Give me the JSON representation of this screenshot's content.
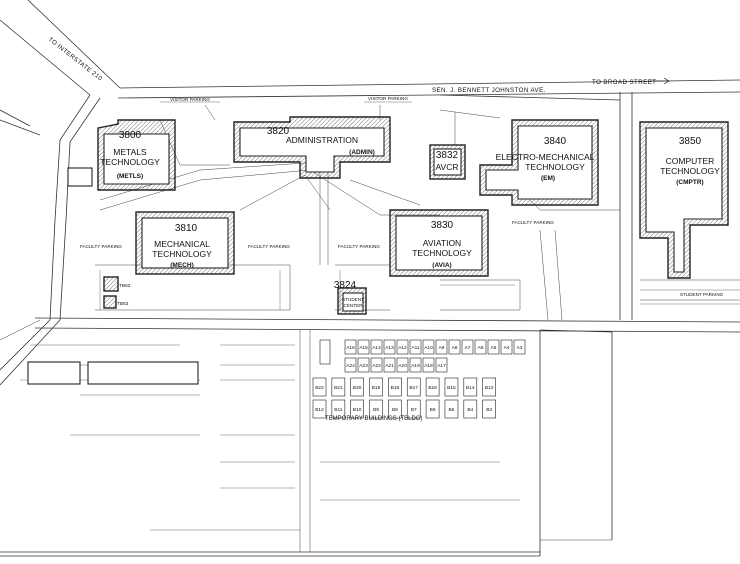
{
  "streets": {
    "interstate": "TO INTERSTATE 210",
    "broad_street": "TO BROAD STREET",
    "johnston": "SEN. J. BENNETT JOHNSTON AVE."
  },
  "buildings": [
    {
      "id": "metals",
      "number": "3800",
      "name_lines": [
        "METALS",
        "TECHNOLOGY"
      ],
      "abbr": "(METLS)"
    },
    {
      "id": "admin",
      "number": "3820",
      "name_lines": [
        "ADMINISTRATION"
      ],
      "abbr": "(ADMIN)"
    },
    {
      "id": "avcr",
      "number": "3832",
      "name_lines": [
        "AVCR"
      ],
      "abbr": ""
    },
    {
      "id": "em",
      "number": "3840",
      "name_lines": [
        "ELECTRO-MECHANICAL",
        "TECHNOLOGY"
      ],
      "abbr": "(EM)"
    },
    {
      "id": "computer",
      "number": "3850",
      "name_lines": [
        "COMPUTER",
        "TECHNOLOGY"
      ],
      "abbr": "(CMPTR)"
    },
    {
      "id": "mech",
      "number": "3810",
      "name_lines": [
        "MECHANICAL",
        "TECHNOLOGY"
      ],
      "abbr": "(MECH)"
    },
    {
      "id": "avia",
      "number": "3830",
      "name_lines": [
        "AVIATION",
        "TECHNOLOGY"
      ],
      "abbr": "(AVIA)"
    },
    {
      "id": "student",
      "number": "3824",
      "name_lines": [
        "STUDENT",
        "CENTER"
      ],
      "abbr": ""
    }
  ],
  "parking_labels": {
    "visitor_left": "VISITOR PARKING",
    "visitor_right": "VISITOR PARKING",
    "faculty_1": "FACULTY PARKING",
    "faculty_2": "FACULTY PARKING",
    "faculty_3": "FACULTY PARKING",
    "faculty_4": "FACULTY PARKING",
    "student": "STUDENT PARKING"
  },
  "small_buildings": [
    "TB62",
    "TB63"
  ],
  "temporary_buildings": {
    "label": "TEMPORARY BUILDINGS (TBLDG)",
    "top_row": [
      "A16",
      "A15",
      "A14",
      "A13",
      "A12",
      "A11",
      "A10",
      "A9",
      "A8",
      "A7",
      "A6",
      "A5",
      "A4",
      "A3"
    ],
    "middle_row": [
      "A24",
      "A23",
      "A22",
      "A21",
      "A20",
      "A19",
      "A18",
      "A17"
    ],
    "bottom_a": [
      "B22",
      "B21",
      "B20",
      "B19",
      "B18",
      "B17",
      "B16",
      "B15",
      "B14",
      "B13",
      "B12",
      "B11",
      "B10",
      "B9",
      "B8",
      "B7",
      "B6",
      "B5",
      "B4",
      "B3"
    ]
  },
  "colors": {
    "line": "#222222",
    "hatch": "#555555",
    "background": "#ffffff"
  }
}
